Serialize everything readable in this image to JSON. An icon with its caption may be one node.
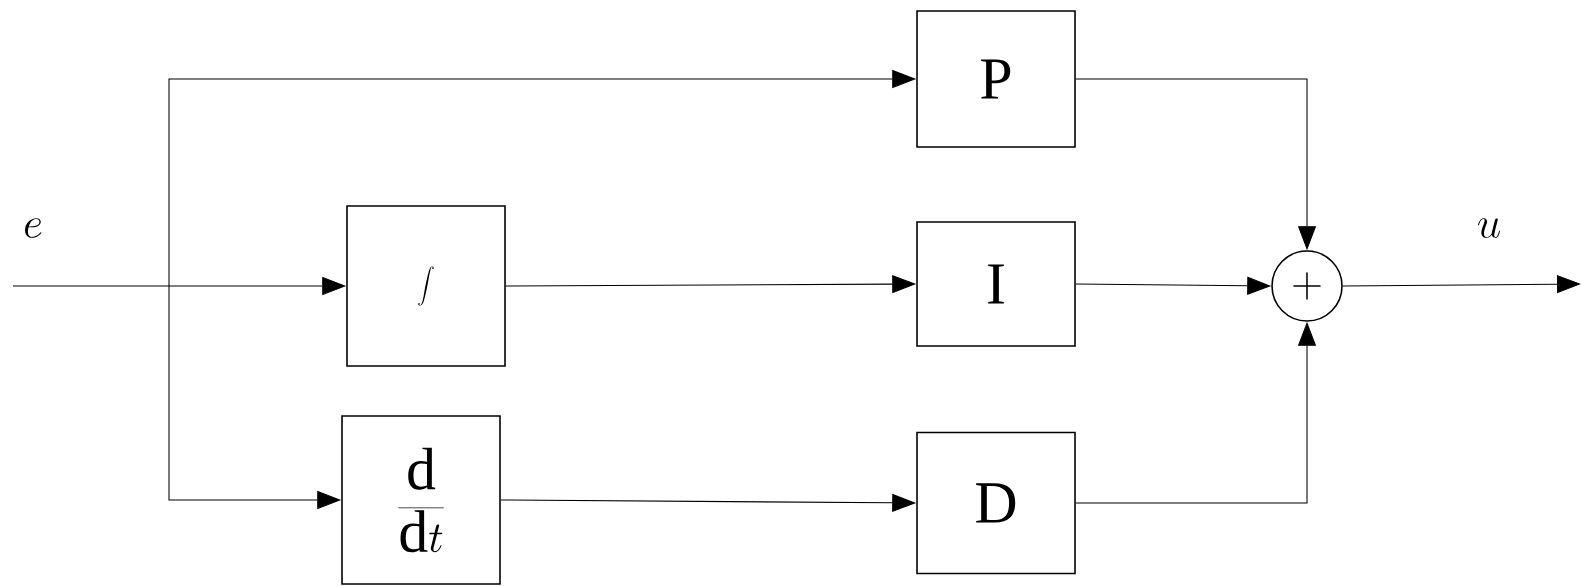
{
  "diagram": {
    "nodes": [
      {
        "text": [
          "\\mathrm{P}"
        ]
      },
      {
        "text": [
          "\\int"
        ]
      },
      {
        "text": [
          "\\mathrm{I}"
        ]
      },
      {
        "text": [
          "\\frac{\\mathrm{d}}{\\mathrm{d}t}"
        ]
      },
      {
        "text": [
          "\\mathrm{D}"
        ]
      },
      {
        "text": [
          "+"
        ]
      }
    ],
    "edges": [
      {
        "from": null,
        "to": 0,
        "arrow": "to"
      },
      {
        "from": null,
        "to": 1,
        "arrow": "to",
        "label": "e"
      },
      {
        "from": null,
        "to": 3,
        "arrow": "to"
      },
      {
        "from": 1,
        "to": 2,
        "arrow": "to"
      },
      {
        "from": 3,
        "to": 4,
        "arrow": "to"
      },
      {
        "from": 0,
        "to": 5,
        "arrow": "to"
      },
      {
        "from": 2,
        "to": 5,
        "arrow": "to"
      },
      {
        "from": 4,
        "to": 5,
        "arrow": "to"
      },
      {
        "from": 5,
        "to": null,
        "arrow": "to",
        "label": "u"
      }
    ]
  }
}
